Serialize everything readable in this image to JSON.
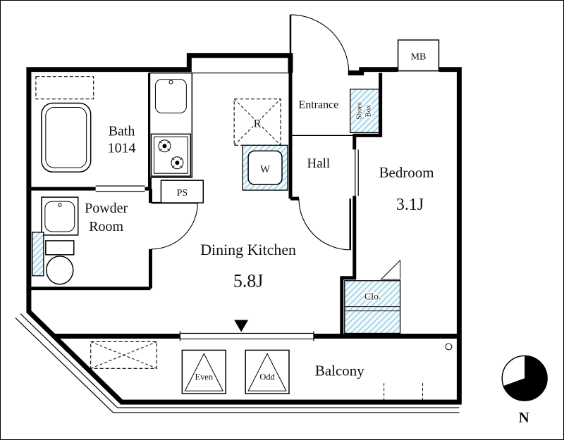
{
  "plan": {
    "rooms": {
      "bath": {
        "name": "Bath",
        "size": "1014"
      },
      "powder_room": {
        "line1": "Powder",
        "line2": "Room"
      },
      "dining_kitchen": {
        "name": "Dining Kitchen",
        "size": "5.8J"
      },
      "bedroom": {
        "name": "Bedroom",
        "size": "3.1J"
      },
      "hall": {
        "name": "Hall"
      },
      "entrance": {
        "name": "Entrance"
      },
      "balcony": {
        "name": "Balcony"
      }
    },
    "labels": {
      "ps": "PS",
      "refrigerator": "R",
      "washer": "W",
      "meter_box": "MB",
      "shoes_box_line1": "Shoes",
      "shoes_box_line2": "Box",
      "closet": "Clo.",
      "hatch_even": "Even",
      "hatch_odd": "Odd",
      "compass_north": "N"
    },
    "colors": {
      "wall": "#000000",
      "hatch_line": "#85c6e6",
      "hatch_bg": "#f2fafd"
    }
  }
}
